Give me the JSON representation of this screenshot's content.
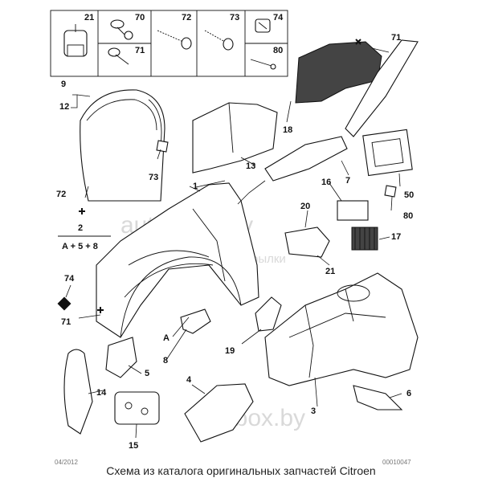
{
  "callouts": {
    "c1": "1",
    "c2": "2",
    "c3": "3",
    "c4": "4",
    "c5": "5",
    "c6": "6",
    "c7": "7",
    "c8": "8",
    "c9": "9",
    "c12": "12",
    "c13": "13",
    "c14": "14",
    "c15": "15",
    "c16": "16",
    "c17": "17",
    "c18": "18",
    "c19": "19",
    "c20": "20",
    "c21": "21",
    "c50": "50",
    "c71": "71",
    "c72": "72",
    "c73": "73",
    "c74": "74",
    "c80": "80",
    "cA": "A"
  },
  "fraction": {
    "top": "2",
    "bottom": "A + 5 + 8"
  },
  "fastener_table": {
    "cells": [
      "21",
      "70",
      "71",
      "72",
      "73",
      "74",
      "80"
    ]
  },
  "watermarks": {
    "main": "autostore.by",
    "sub": "защита двигателя и подкрылки",
    "bottom": "car-box.by"
  },
  "footer": {
    "left_code": "04/2012",
    "right_code": "00010047",
    "caption": "Схема из каталога оригинальных запчастей Citroen"
  }
}
